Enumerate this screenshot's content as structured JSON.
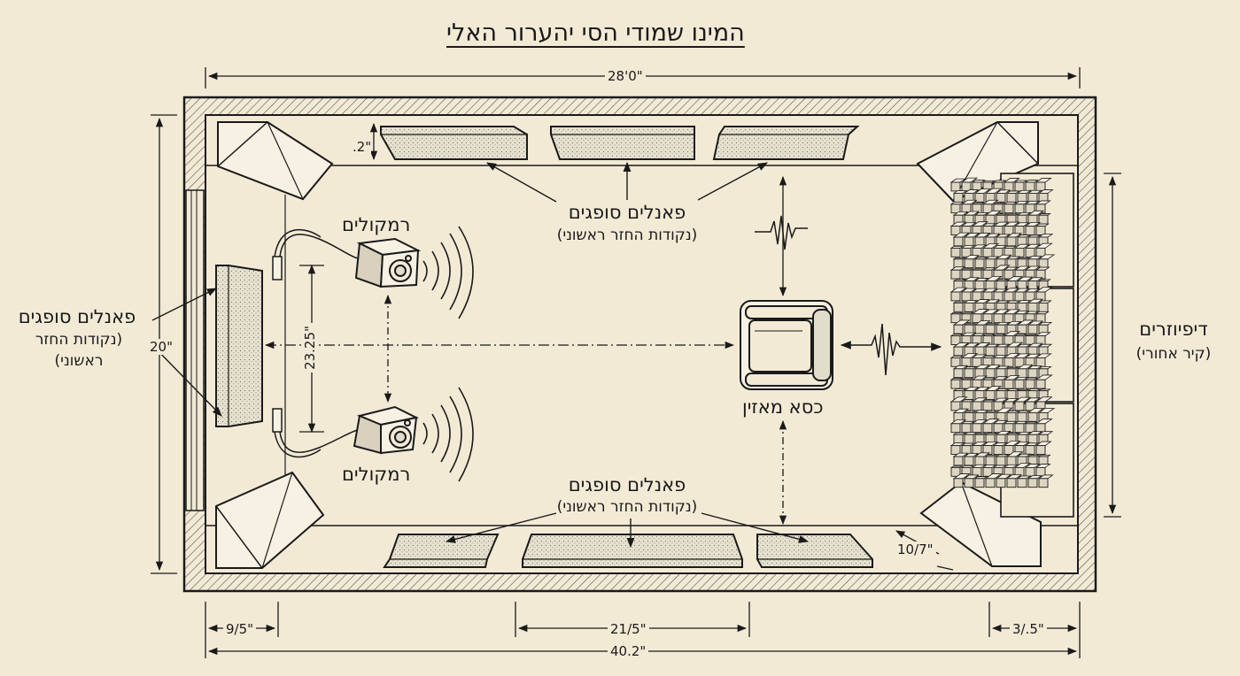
{
  "title": "המינו שמודי הסי יהערור האלי",
  "dimensions": {
    "top_width": "28'0\"",
    "left_height": "20\"",
    "panel_gap": ".2\"",
    "speaker_spacing": "23.25\"",
    "corner_trap": "10/7\"",
    "bottom_left": "9/5\"",
    "bottom_center": "21/5\"",
    "bottom_right": "3/.5\"",
    "bottom_total": "40.2\""
  },
  "labels": {
    "top_panels_title": "פאנלים סופגים",
    "top_panels_sub": "(נקודות החזר ראשוני)",
    "bottom_panels_title": "פאנלים סופגים",
    "bottom_panels_sub": "(נקודות החזר ראשוני)",
    "left_panels_title": "פאנלים סופגים",
    "left_panels_sub1": "(נקודות החזר",
    "left_panels_sub2": "ראשוני)",
    "speaker_top": "רמקולים",
    "speaker_bottom": "רמקולים",
    "listening_chair": "כסא מאזין",
    "diffusers_title": "דיפיוזרים",
    "diffusers_sub": "(קיר אחורי)"
  },
  "colors": {
    "background": "#f3ead6",
    "ink": "#1a1a1a",
    "panel_fill": "#e2dccb",
    "face_light": "#f7f1e3",
    "face_dark": "#d9d1bd"
  }
}
